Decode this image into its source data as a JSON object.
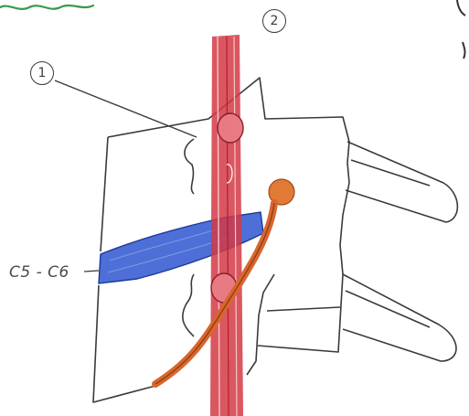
{
  "labels": {
    "one": "1",
    "two": "2",
    "level": "C5 - C6"
  },
  "colors": {
    "artery": "#d43a45",
    "nerve_root": "#d8662e",
    "disc": "#2f56d0",
    "outline": "#3a3a3a",
    "scribble": "#3a9a4a"
  }
}
